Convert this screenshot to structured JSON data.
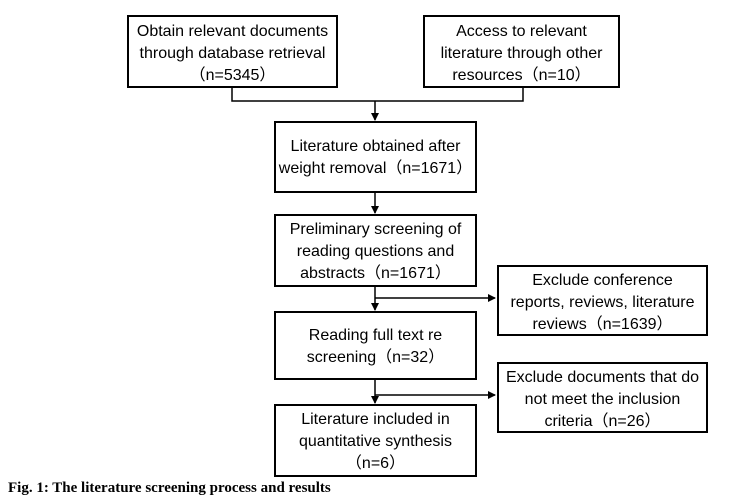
{
  "diagram": {
    "boxes": {
      "database": {
        "lines": [
          "Obtain relevant documents",
          "through database retrieval",
          "（n=5345）"
        ]
      },
      "other": {
        "lines": [
          "Access to relevant",
          "literature through other",
          "resources（n=10）"
        ]
      },
      "dedup": {
        "lines": [
          "Literature obtained after",
          "weight removal（n=1671）"
        ]
      },
      "prelim": {
        "lines": [
          "Preliminary screening of",
          "reading questions and",
          "abstracts（n=1671）"
        ]
      },
      "exclude1": {
        "lines": [
          "Exclude conference",
          "reports, reviews, literature",
          "reviews（n=1639）"
        ]
      },
      "fulltext": {
        "lines": [
          "Reading full text re",
          "screening（n=32）"
        ]
      },
      "exclude2": {
        "lines": [
          "Exclude documents that do",
          "not meet the inclusion",
          "criteria（n=26）"
        ]
      },
      "included": {
        "lines": [
          "Literature included in",
          "quantitative synthesis",
          "（n=6）"
        ]
      }
    },
    "caption": "Fig. 1: The literature screening process and results"
  }
}
